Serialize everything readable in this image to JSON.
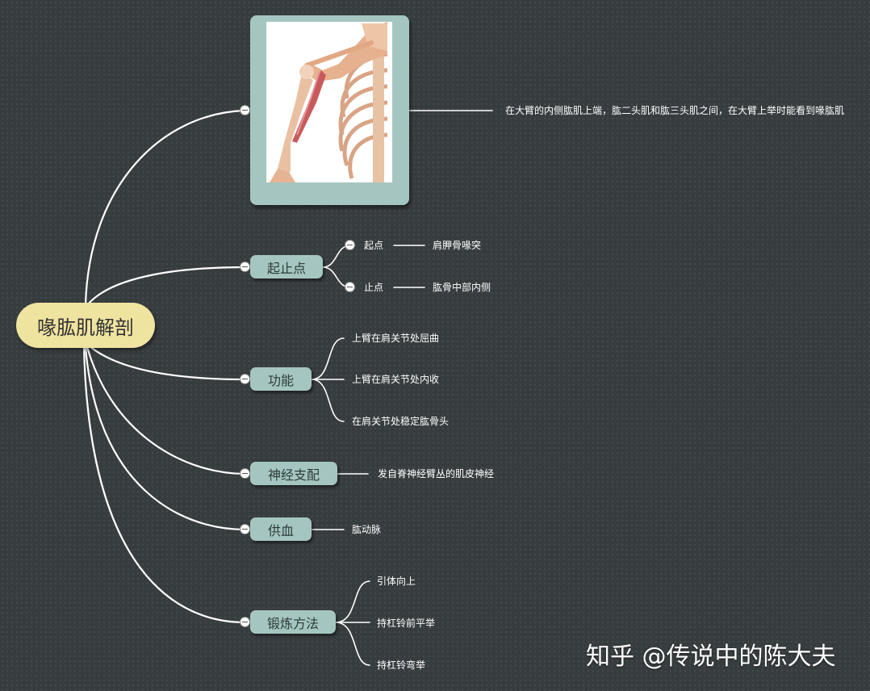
{
  "root": "喙肱肌解剖",
  "image_node": {
    "description_text": "在大臂的内侧肱肌上端，肱二头肌和肱三头肌之间，在大臂上举时能看到喙肱肌"
  },
  "branches": {
    "origin_insertion": {
      "label": "起止点",
      "items": [
        {
          "label": "起点",
          "value": "肩胛骨喙突"
        },
        {
          "label": "止点",
          "value": "肱骨中部内侧"
        }
      ]
    },
    "function": {
      "label": "功能",
      "items": [
        "上臂在肩关节处屈曲",
        "上臂在肩关节处内收",
        "在肩关节处稳定肱骨头"
      ]
    },
    "nerve": {
      "label": "神经支配",
      "items": [
        "发自脊神经臂丛的肌皮神经"
      ]
    },
    "blood": {
      "label": "供血",
      "items": [
        "肱动脉"
      ]
    },
    "exercise": {
      "label": "锻炼方法",
      "items": [
        "引体向上",
        "持杠铃前平举",
        "持杠铃弯举"
      ]
    }
  },
  "watermark": "知乎 @传说中的陈大夫",
  "colors": {
    "background": "#373c3e",
    "root_fill": "#efe3a0",
    "branch_fill": "#a5c6c0",
    "lines": "#ffffff"
  }
}
